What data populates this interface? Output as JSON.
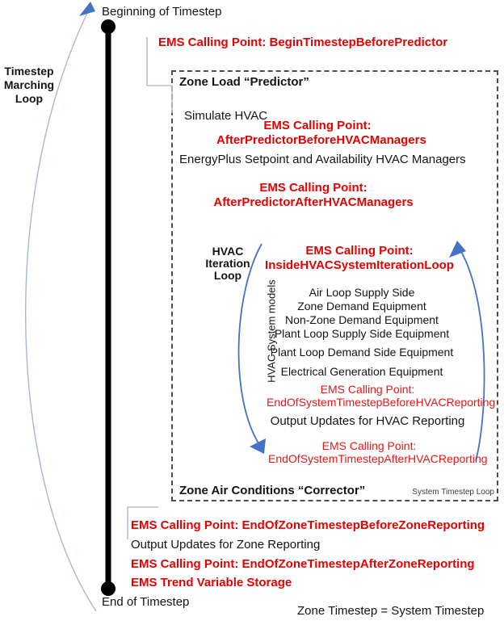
{
  "colors": {
    "red_bold_text": "#e60000",
    "red_regular_text": "#ef1414",
    "loop_blue": "#4472c4",
    "marching_arc_blue": "#a9b6da",
    "text_black": "#141414",
    "connector_gray": "#b7bfce",
    "box_border_gray": "#4d4d4d"
  },
  "timeline": {
    "begin_label": "Beginning of Timestep",
    "end_label": "End of Timestep",
    "marching_loop": [
      "Timestep",
      "Marching",
      "Loop"
    ]
  },
  "top_callout": {
    "begin_timestep": "EMS Calling Point: BeginTimestepBeforePredictor"
  },
  "system_box": {
    "predictor_title": "Zone Load “Predictor”",
    "simulate_hvac": "Simulate HVAC",
    "after_predictor_before": [
      "EMS Calling Point:",
      "AfterPredictorBeforeHVACManagers"
    ],
    "managers": "EnergyPlus Setpoint and Availability HVAC Managers",
    "after_predictor_after": [
      "EMS Calling Point:",
      "AfterPredictorAfterHVACManagers"
    ],
    "hvac_iteration_loop": [
      "HVAC",
      "Iteration",
      "Loop"
    ],
    "inside_loop": [
      "EMS Calling Point:",
      "InsideHVACSystemIterationLoop"
    ],
    "models_axis": "HVAC System models",
    "models": [
      "Air Loop Supply Side",
      "Zone Demand Equipment",
      "Non-Zone Demand Equipment",
      "Plant Loop Supply Side Equipment",
      "Plant Loop Demand Side Equipment",
      "Electrical  Generation Equipment"
    ],
    "end_sys_before": [
      "EMS  Calling Point:",
      "EndOfSystemTimestepBeforeHVACReporting"
    ],
    "output_hvac": "Output Updates for HVAC Reporting",
    "end_sys_after": [
      "EMS  Calling Point:",
      "EndOfSystemTimestepAfterHVACReporting"
    ],
    "corrector_title": "Zone Air Conditions “Corrector”",
    "loop_tag": "System Timestep Loop"
  },
  "bottom_callouts": {
    "end_zone_before": "EMS Calling Point: EndOfZoneTimestepBeforeZoneReporting",
    "output_zone": "Output Updates for Zone Reporting",
    "end_zone_after": "EMS Calling Point: EndOfZoneTimestepAfterZoneReporting",
    "trend_storage": "EMS Trend Variable Storage",
    "zone_eq_system": "Zone Timestep = System Timestep"
  }
}
